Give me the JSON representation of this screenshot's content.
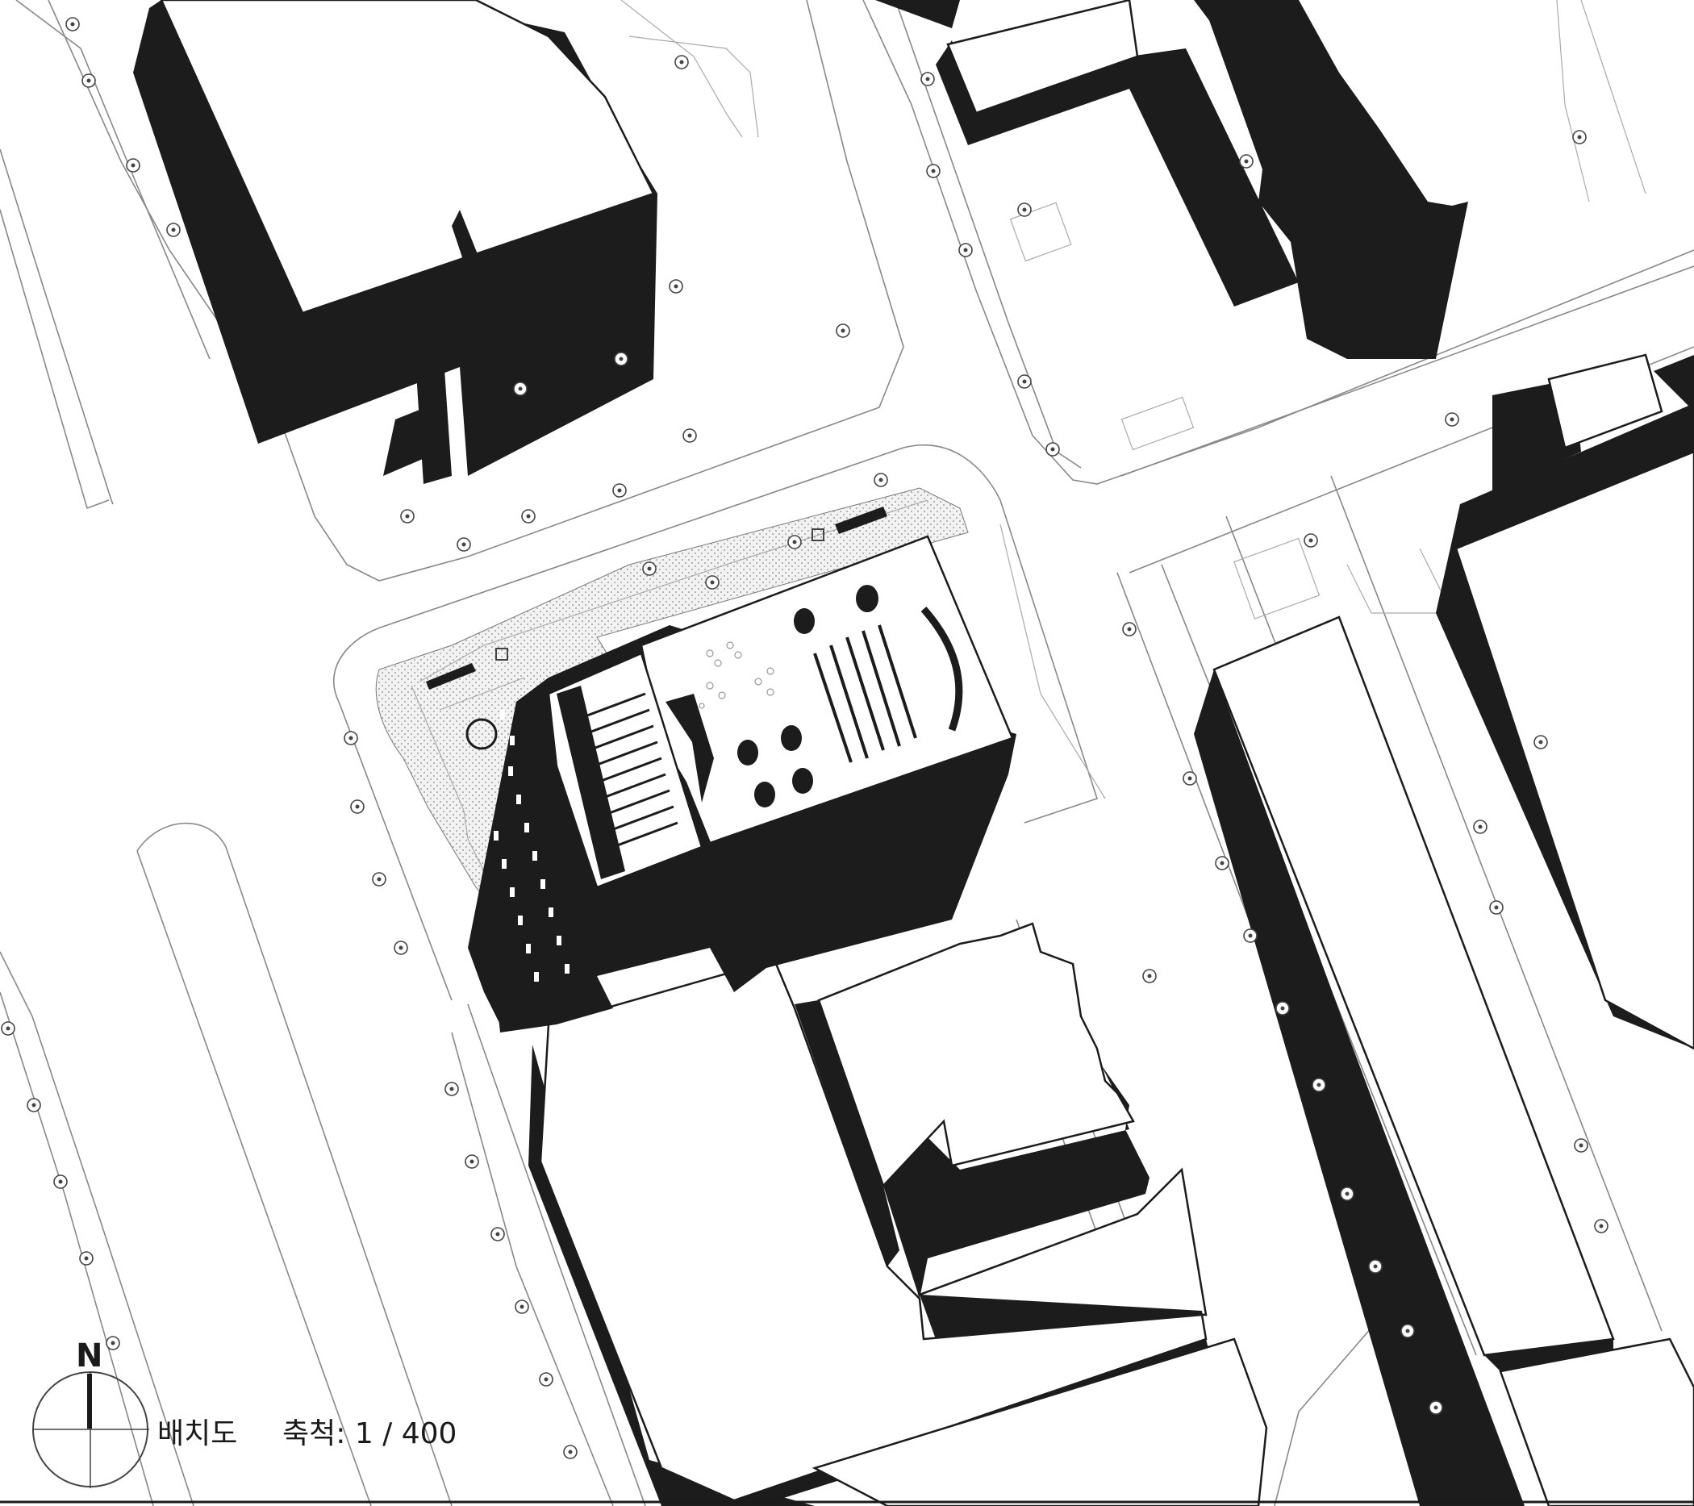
{
  "legend": {
    "north_label": "N",
    "title": "배치도",
    "scale_label": "축척",
    "scale_value": "1 / 400"
  },
  "colors": {
    "building_mass": "#1c1c1c",
    "background": "#ffffff",
    "street_lines": "#888888"
  },
  "icons": {
    "north_arrow": "north-arrow-icon",
    "street_tree": "street-tree-icon"
  }
}
